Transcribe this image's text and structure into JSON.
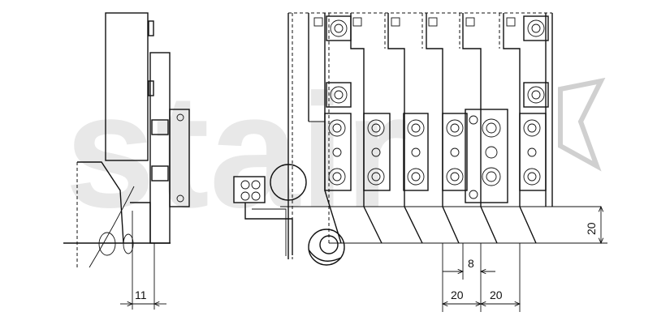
{
  "watermark": {
    "text": "stair"
  },
  "dimensions": {
    "left_width": "11",
    "height": "20",
    "slot": "8",
    "pitch_a": "20",
    "pitch_b": "20"
  }
}
